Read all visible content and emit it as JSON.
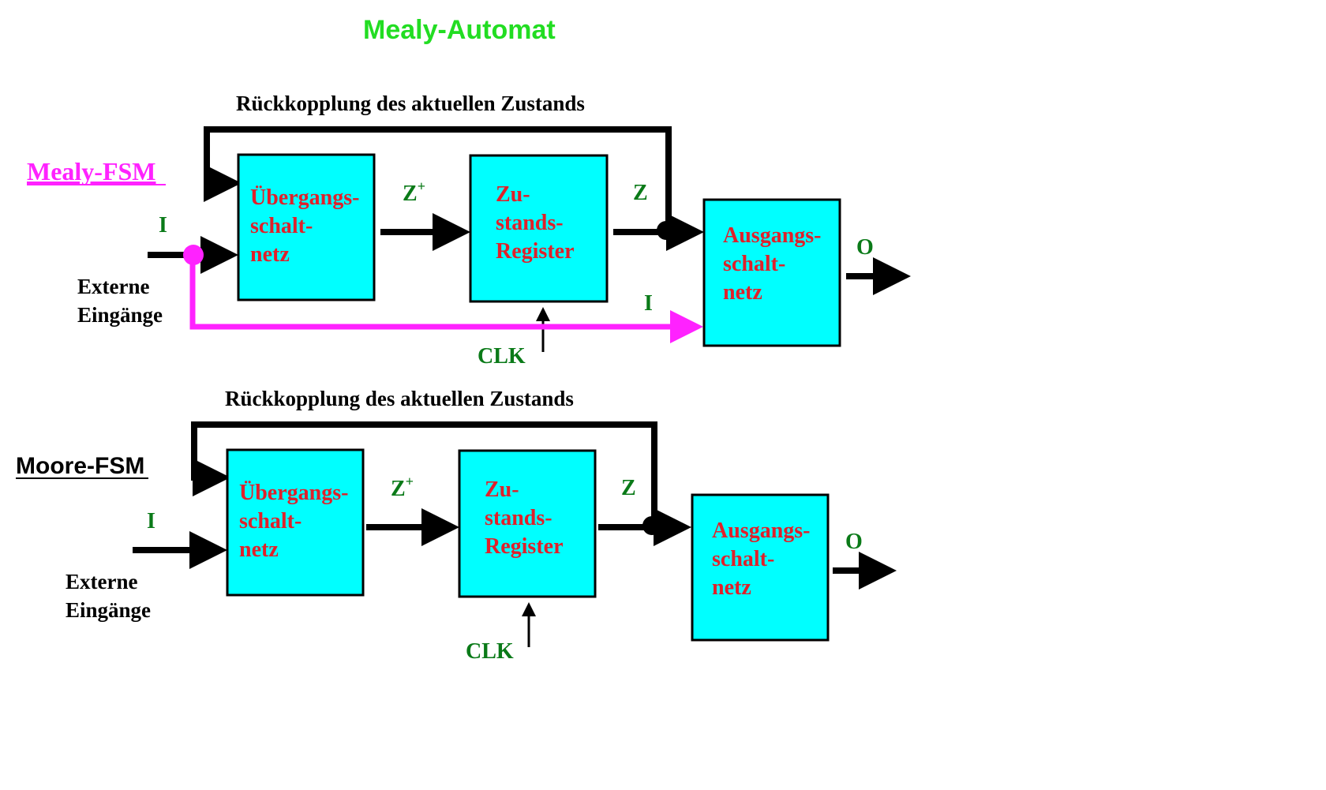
{
  "title": "Mealy-Automat",
  "colors": {
    "title": "#22dd22",
    "mealy_label": "#ff22ff",
    "moore_label": "#000000",
    "box_fill": "#00ffff",
    "box_text": "#e0202a",
    "signal_label": "#0a7a18",
    "input_path_mealy": "#ff22ff",
    "wire": "#000000"
  },
  "mealy": {
    "label": "Mealy-FSM",
    "feedback_label": "Rückkopplung des aktuellen Zustands",
    "transition_box": [
      "Übergangs-",
      "schalt-",
      "netz"
    ],
    "state_register": [
      "Zu-",
      "stands-",
      "Register"
    ],
    "output_box": [
      "Ausgangs-",
      "schalt-",
      "netz"
    ],
    "input_signal": "I",
    "input_to_output_signal": "I",
    "next_state_signal": "Z",
    "next_state_superscript": "+",
    "state_signal": "Z",
    "output_signal": "O",
    "clock": "CLK",
    "external_inputs": [
      "Externe",
      "Eingänge"
    ]
  },
  "moore": {
    "label": "Moore-FSM",
    "feedback_label": "Rückkopplung des aktuellen Zustands",
    "transition_box": [
      "Übergangs-",
      "schalt-",
      "netz"
    ],
    "state_register": [
      "Zu-",
      "stands-",
      "Register"
    ],
    "output_box": [
      "Ausgangs-",
      "schalt-",
      "netz"
    ],
    "input_signal": "I",
    "next_state_signal": "Z",
    "next_state_superscript": "+",
    "state_signal": "Z",
    "output_signal": "O",
    "clock": "CLK",
    "external_inputs": [
      "Externe",
      "Eingänge"
    ]
  }
}
